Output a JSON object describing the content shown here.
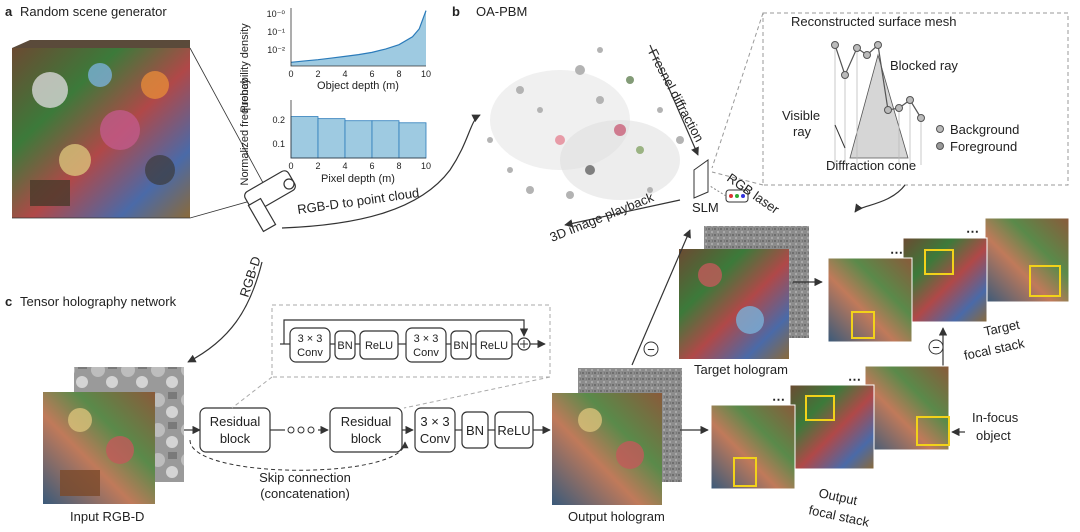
{
  "panel_a": {
    "letter": "a",
    "title": "Random scene generator",
    "plot1": {
      "ylabel": "Probability density",
      "xlabel": "Object depth (m)",
      "yticks": [
        "10⁻⁰",
        "10⁻¹",
        "10⁻²"
      ],
      "xticks": [
        "0",
        "2",
        "4",
        "6",
        "8",
        "10"
      ]
    },
    "plot2": {
      "ylabel": "Normalized frequency",
      "xlabel": "Pixel depth (m)",
      "yticks": [
        "0.2",
        "0.1"
      ],
      "xticks": [
        "0",
        "2",
        "4",
        "6",
        "8",
        "10"
      ]
    },
    "camera_label": "RGB-D",
    "to_point_cloud": "RGB-D to point cloud"
  },
  "chart_data": [
    {
      "type": "area",
      "xlabel": "Object depth (m)",
      "ylabel": "Probability density",
      "yscale": "log",
      "x": [
        0,
        1,
        2,
        3,
        4,
        5,
        6,
        7,
        8,
        9,
        9.5,
        10
      ],
      "y": [
        0.003,
        0.0035,
        0.004,
        0.0048,
        0.0058,
        0.007,
        0.009,
        0.013,
        0.021,
        0.05,
        0.12,
        0.9
      ],
      "xlim": [
        0,
        10
      ]
    },
    {
      "type": "bar",
      "xlabel": "Pixel depth (m)",
      "ylabel": "Normalized frequency",
      "x": [
        1,
        3,
        5,
        7,
        9
      ],
      "values": [
        0.2,
        0.19,
        0.18,
        0.18,
        0.17
      ],
      "xlim": [
        0,
        10
      ],
      "ylim": [
        0,
        0.28
      ]
    }
  ],
  "panel_b": {
    "letter": "b",
    "title": "OA-PBM",
    "fresnel": "Fresnel diffraction",
    "playback": "3D image playback",
    "slm": "SLM",
    "laser": "RGB laser",
    "inset": {
      "mesh": "Reconstructed surface mesh",
      "blocked": "Blocked ray",
      "visible1": "Visible",
      "visible2": "ray",
      "background": "Background",
      "foreground": "Foreground",
      "cone": "Diffraction cone"
    }
  },
  "panel_c": {
    "letter": "c",
    "title": "Tensor holography network",
    "residual1": "Residual",
    "residual2": "block",
    "conv1": "3 × 3",
    "conv2": "Conv",
    "bn": "BN",
    "relu": "ReLU",
    "skip1": "Skip connection",
    "skip2": "(concatenation)",
    "input": "Input RGB-D",
    "output": "Output hologram",
    "target": "Target hologram",
    "target_stack1": "Target",
    "target_stack2": "focal stack",
    "output_stack1": "Output",
    "output_stack2": "focal stack",
    "infocus1": "In-focus",
    "infocus2": "object",
    "minus": "−"
  },
  "colors": {
    "area_fill": "#9ecae1",
    "area_line": "#2b7bba",
    "box_highlight": "#f2d21a"
  }
}
